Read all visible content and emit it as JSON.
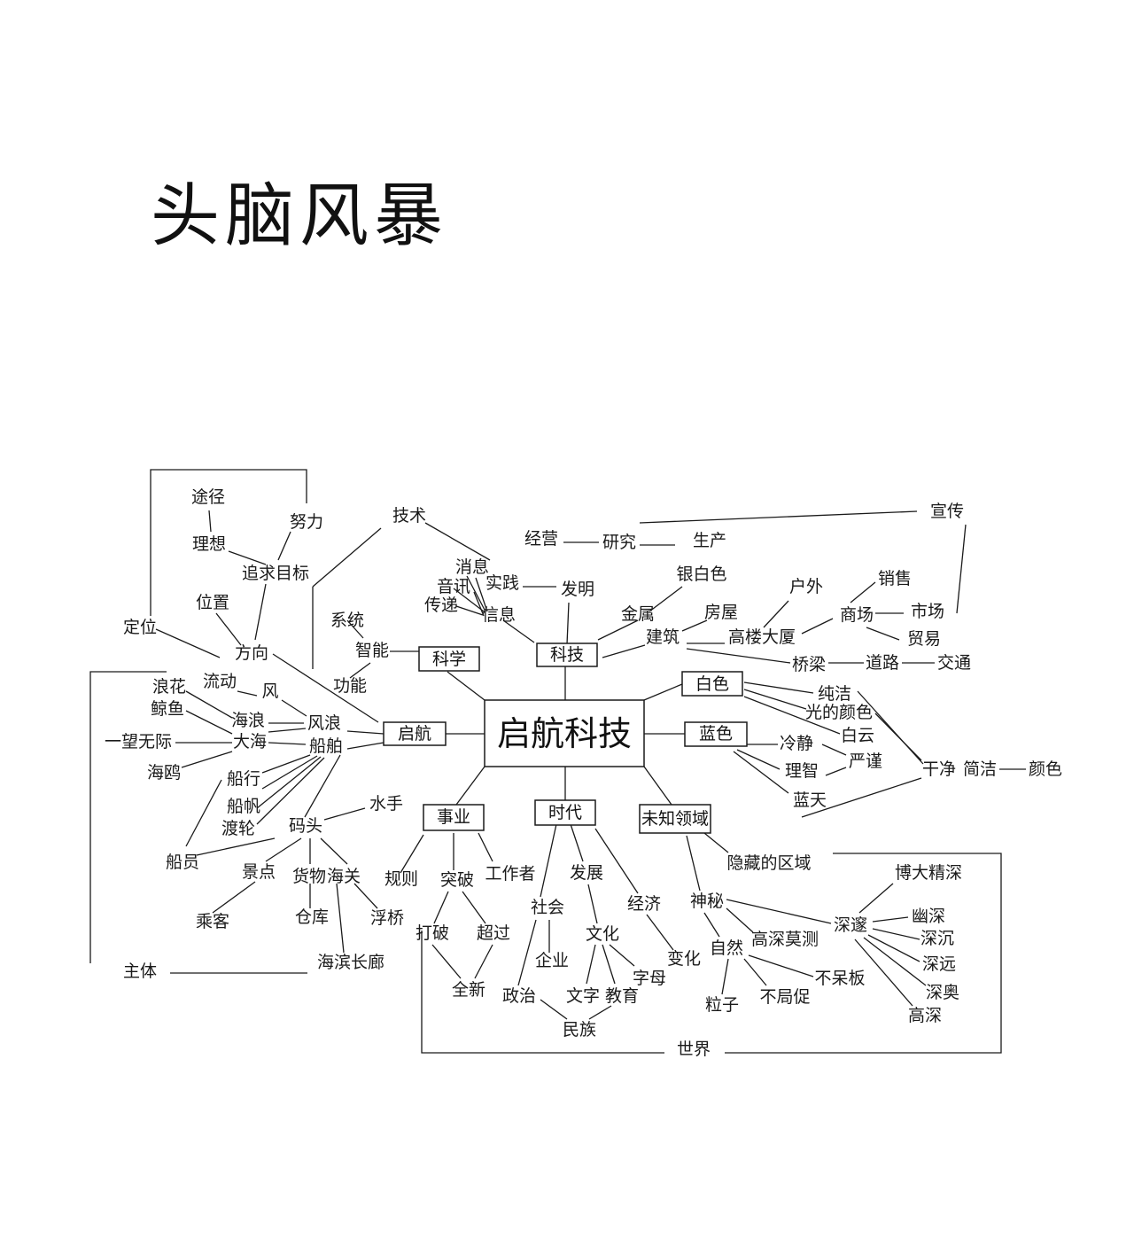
{
  "title": "头脑风暴",
  "map": {
    "center": "启航科技",
    "hubs": {
      "qihang": "启航",
      "kexue": "科学",
      "keji": "科技",
      "baise": "白色",
      "lanse": "蓝色",
      "shiye": "事业",
      "shidai": "时代",
      "weizhi": "未知领域"
    },
    "terms": {
      "tujing": "途径",
      "nuli": "努力",
      "lixiang": "理想",
      "zhuiqiu": "追求目标",
      "weizhi_pos": "位置",
      "dingwei": "定位",
      "fangxiang": "方向",
      "jishu": "技术",
      "xitong": "系统",
      "zhineng": "智能",
      "gongneng": "功能",
      "xiaoxi": "消息",
      "yinxun": "音讯",
      "chuandi": "传递",
      "shijian": "实践",
      "xinxi": "信息",
      "fami": "发明",
      "jingying": "经营",
      "yanjiu": "研究",
      "shengchan": "生产",
      "xuanchuan": "宣传",
      "yinbaise": "银白色",
      "jinshu": "金属",
      "fangwu": "房屋",
      "jianzhu": "建筑",
      "huwai": "户外",
      "gaolou": "高楼大厦",
      "xiaoshou": "销售",
      "shangchang": "商场",
      "shichang": "市场",
      "maoyi": "贸易",
      "qiaoliang": "桥梁",
      "daolu": "道路",
      "jiaotong": "交通",
      "langhua": "浪花",
      "liudong": "流动",
      "feng": "风",
      "jingyu": "鲸鱼",
      "hailang": "海浪",
      "fenglang": "风浪",
      "yiwang": "一望无际",
      "dahai": "大海",
      "chuanbo": "船舶",
      "haiou": "海鸥",
      "chuanxing": "船行",
      "chuanfan": "船帆",
      "dulun": "渡轮",
      "chuanyuan": "船员",
      "matou": "码头",
      "shuishou": "水手",
      "jingdian": "景点",
      "huowu": "货物",
      "haiguan": "海关",
      "chengke": "乘客",
      "cangku": "仓库",
      "fuqiao": "浮桥",
      "haibin": "海滨长廊",
      "zhuti": "主体",
      "chunjie": "纯洁",
      "guangde": "光的颜色",
      "baiyun": "白云",
      "lengjing": "冷静",
      "yanjin": "严谨",
      "lizhi": "理智",
      "lantian": "蓝天",
      "ganjing": "干净",
      "jianjie": "简洁",
      "yanse": "颜色",
      "guize": "规则",
      "tupo": "突破",
      "gongzuozhe": "工作者",
      "dapo": "打破",
      "chaoguo": "超过",
      "quanxin": "全新",
      "fazhan": "发展",
      "shehui": "社会",
      "jingji": "经济",
      "qiye": "企业",
      "wenhua": "文化",
      "bianhua": "变化",
      "zimu": "字母",
      "zhengzhi": "政治",
      "wenzi": "文字",
      "jiaoyu": "教育",
      "minzu": "民族",
      "yincang": "隐藏的区域",
      "shenmi": "神秘",
      "bodajingshen": "博大精深",
      "shensui": "深邃",
      "youshen": "幽深",
      "gaoshen_mo": "高深莫测",
      "shenchen": "深沉",
      "ziran": "自然",
      "shenyuan": "深远",
      "budaiban": "不呆板",
      "shenao": "深奥",
      "lizi": "粒子",
      "bujucu": "不局促",
      "gaoshen": "高深",
      "shijie": "世界"
    }
  }
}
